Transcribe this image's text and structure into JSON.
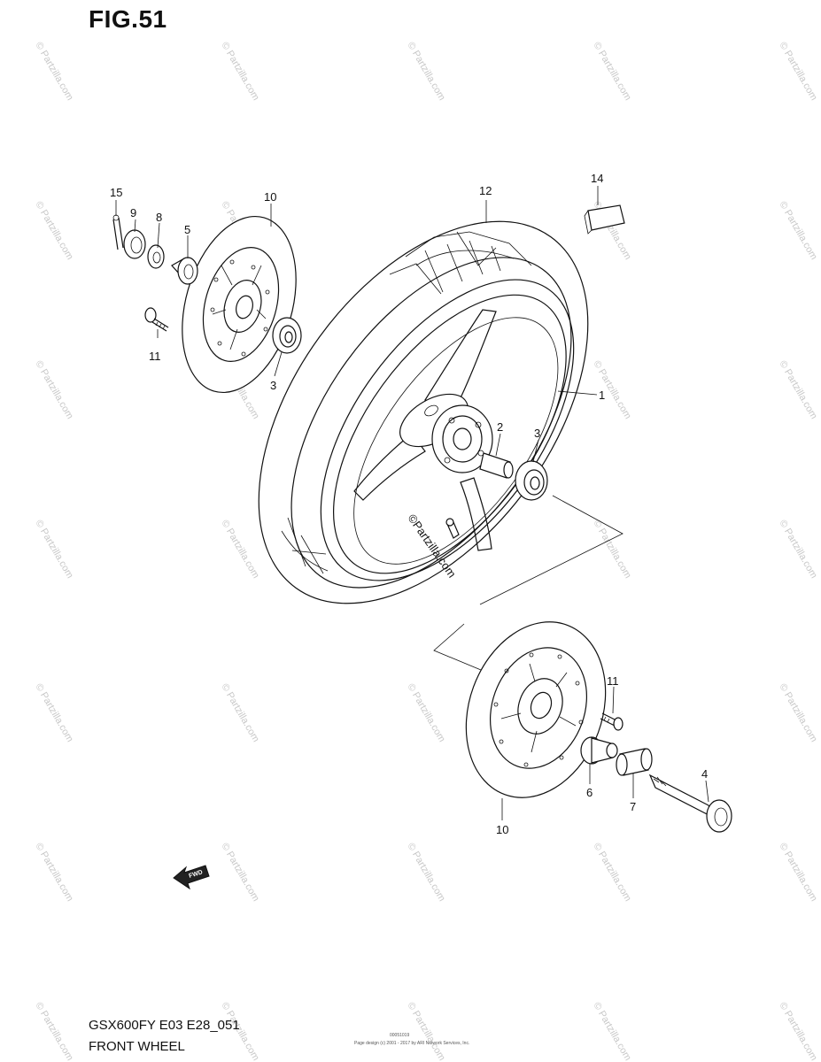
{
  "figure": {
    "title": "FIG.51",
    "model": "GSX600FY E03 E28_051",
    "section": "FRONT WHEEL",
    "footer_small": "Page design (c) 2001 - 2017 by ARI Network Services, Inc.",
    "footer_small2": "00051019"
  },
  "watermark": {
    "text": "© Partzilla.com",
    "center_text": "©Partzilla.com"
  },
  "fwd_arrow": {
    "label": "FWD"
  },
  "callouts": {
    "c1": "1",
    "c2": "2",
    "c3a": "3",
    "c3b": "3",
    "c4": "4",
    "c5": "5",
    "c6": "6",
    "c7": "7",
    "c8": "8",
    "c9": "9",
    "c10a": "10",
    "c10b": "10",
    "c11a": "11",
    "c11b": "11",
    "c12": "12",
    "c14": "14",
    "c15": "15"
  }
}
